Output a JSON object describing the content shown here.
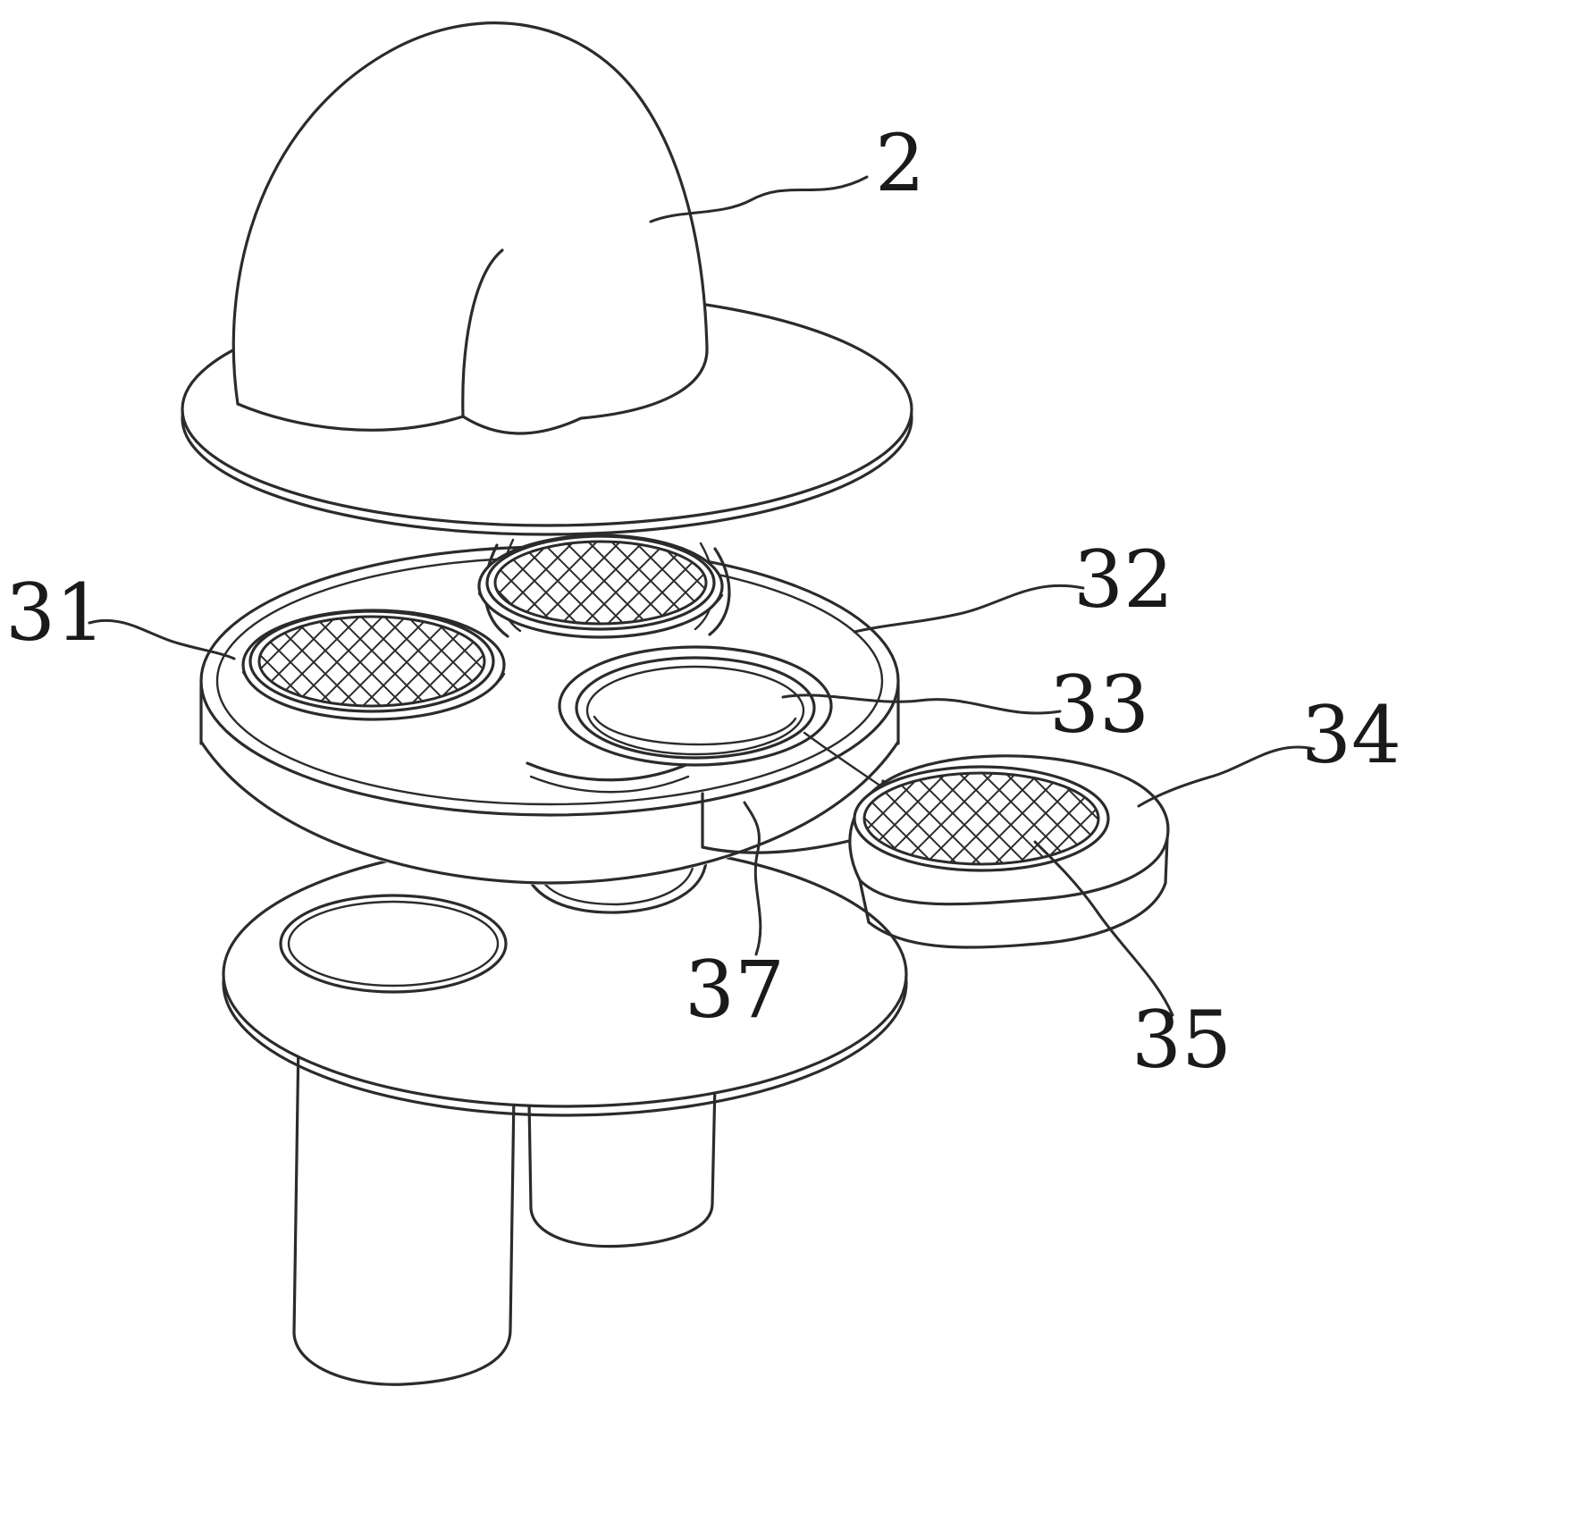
{
  "figure": {
    "background": "#ffffff",
    "line_color": "#2b2b2b",
    "labels": {
      "part2": "2",
      "part31": "31",
      "part32": "32",
      "part33": "33",
      "part34": "34",
      "part35": "35",
      "part37": "37"
    }
  }
}
